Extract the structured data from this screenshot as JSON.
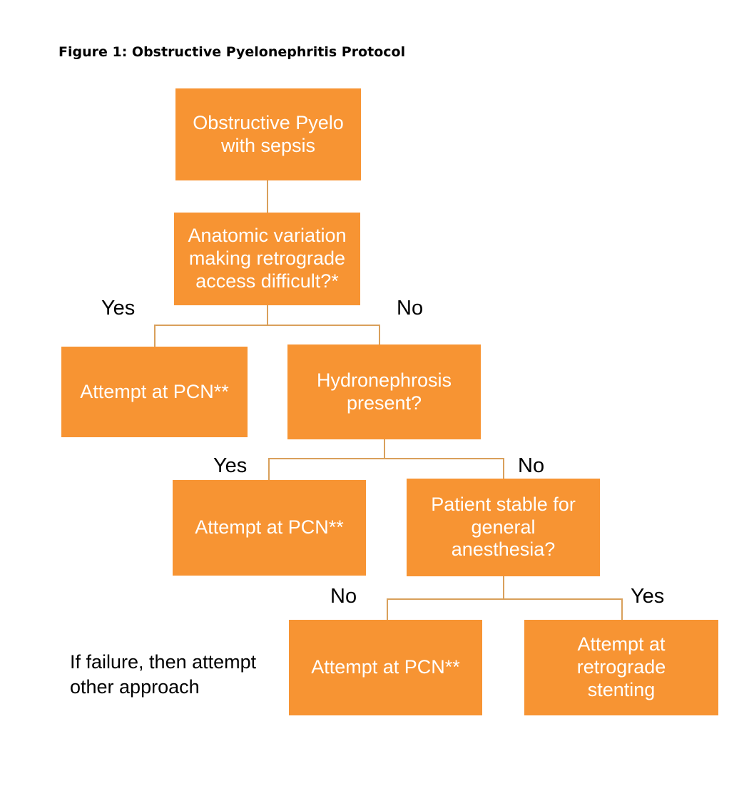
{
  "figure_title": "Figure 1: Obstructive Pyelonephritis Protocol",
  "colors": {
    "box_fill": "#f79433",
    "box_text": "#ffffff",
    "connector": "#d9a05b"
  },
  "nodes": {
    "start": "Obstructive Pyelo\nwith sepsis",
    "anatomic": "Anatomic variation\nmaking retrograde\naccess difficult?*",
    "pcn_1": "Attempt at PCN**",
    "hydronephrosis": "Hydronephrosis\npresent?",
    "pcn_2": "Attempt at PCN**",
    "stable": "Patient stable for\ngeneral\nanesthesia?",
    "pcn_3": "Attempt at PCN**",
    "retrograde": "Attempt at\nretrograde\nstenting"
  },
  "branch_labels": {
    "anatomic_yes": "Yes",
    "anatomic_no": "No",
    "hydro_yes": "Yes",
    "hydro_no": "No",
    "stable_no": "No",
    "stable_yes": "Yes"
  },
  "note": "If failure, then attempt\nother approach"
}
